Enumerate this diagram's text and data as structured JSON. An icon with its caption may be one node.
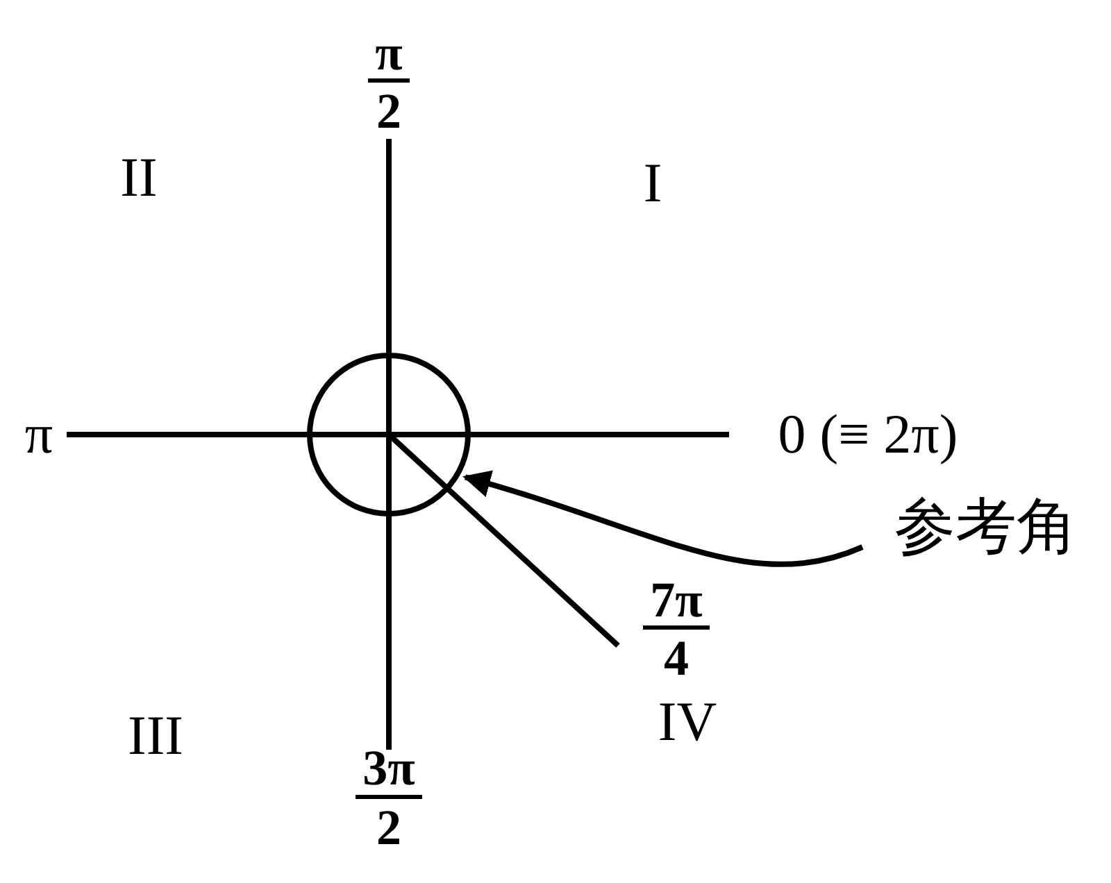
{
  "diagram": {
    "nodes": [
      {
        "text": [
          "参考角"
        ]
      },
      {
        "text": [],
        "shape": "circle"
      }
    ],
    "edges": [
      {
        "from": 0,
        "to": 1,
        "arrow": "to"
      }
    ],
    "labels": [
      "π",
      "2",
      "II",
      "I",
      "π",
      "0 (≡ 2π)",
      "7π",
      "4",
      "III",
      "IV",
      "3π",
      "2"
    ]
  }
}
